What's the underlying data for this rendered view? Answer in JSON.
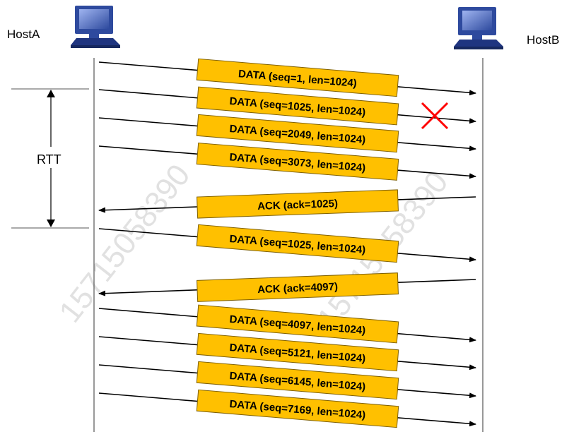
{
  "hosts": {
    "left_label": "HostA",
    "right_label": "HostB",
    "icon": "computer-icon"
  },
  "rtt_label": "RTT",
  "lost_marker": "x-mark-icon",
  "colors": {
    "packet_fill": "#FFC000",
    "packet_stroke": "#7F6000",
    "line": "#000000",
    "lost_mark": "#FF0000",
    "host_icon": "#2E4A9E",
    "watermark": "#BDBDBD"
  },
  "watermark_text": "15715058390",
  "messages": [
    {
      "direction": "A-to-B",
      "label": "DATA (seq=1, len=1024)",
      "lost": false
    },
    {
      "direction": "A-to-B",
      "label": "DATA (seq=1025, len=1024)",
      "lost": true
    },
    {
      "direction": "A-to-B",
      "label": "DATA (seq=2049, len=1024)",
      "lost": false
    },
    {
      "direction": "A-to-B",
      "label": "DATA (seq=3073, len=1024)",
      "lost": false
    },
    {
      "direction": "B-to-A",
      "label": "ACK (ack=1025)",
      "lost": false
    },
    {
      "direction": "A-to-B",
      "label": "DATA (seq=1025, len=1024)",
      "lost": false
    },
    {
      "direction": "B-to-A",
      "label": "ACK (ack=4097)",
      "lost": false
    },
    {
      "direction": "A-to-B",
      "label": "DATA (seq=4097, len=1024)",
      "lost": false
    },
    {
      "direction": "A-to-B",
      "label": "DATA (seq=5121, len=1024)",
      "lost": false
    },
    {
      "direction": "A-to-B",
      "label": "DATA (seq=6145, len=1024)",
      "lost": false
    },
    {
      "direction": "A-to-B",
      "label": "DATA (seq=7169, len=1024)",
      "lost": false
    }
  ]
}
